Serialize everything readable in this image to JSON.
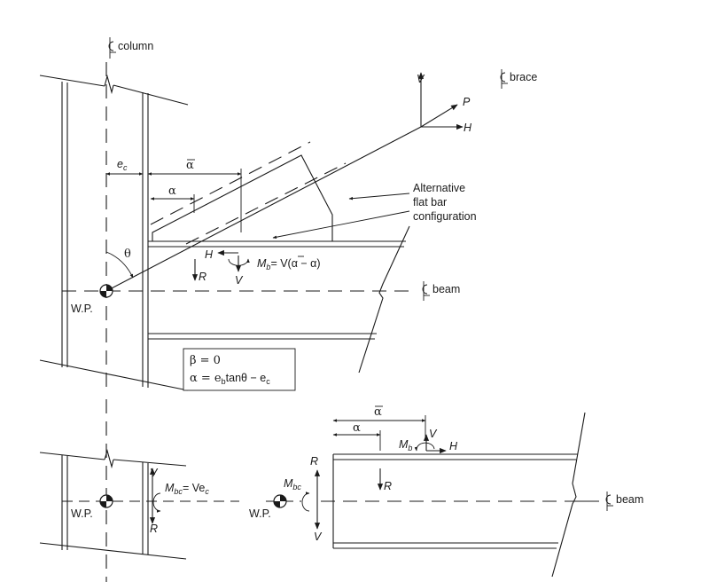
{
  "labels": {
    "cl_column": "column",
    "cl_brace": "brace",
    "cl_beam_top": "beam",
    "cl_beam_bottom": "beam",
    "V_top": "V",
    "P": "P",
    "H_top": "H",
    "ec": "e",
    "ec_sub": "c",
    "alpha_bar": "α",
    "alpha": "α",
    "theta": "θ",
    "alt_line1": "Alternative",
    "alt_line2": "flat bar",
    "alt_line3": "configuration",
    "force_H": "H",
    "force_R": "R",
    "force_V": "V",
    "Mb_main": "M",
    "Mb_sub": "b",
    "Mb_eq": "= V(α − α)",
    "wp_top": "W.P.",
    "eq_beta": "β = 0",
    "eq_alpha_lhs": "α = e",
    "eq_alpha_sub": "b",
    "eq_alpha_mid": "tanθ − e",
    "eq_alpha_sub2": "c",
    "bl_V": "V",
    "bl_R": "R",
    "bl_Mbc": "M",
    "bl_Mbc_sub": "bc",
    "bl_Mbc_eq": "= Ve",
    "bl_Mbc_eq_sub": "c",
    "wp_bl": "W.P.",
    "br_R_top": "R",
    "br_V_bot": "V",
    "br_Mbc": "M",
    "br_Mbc_sub": "bc",
    "wp_br": "W.P.",
    "br_alpha_bar": "α",
    "br_alpha": "α",
    "br_Mb": "M",
    "br_Mb_sub": "b",
    "br_V": "V",
    "br_H": "H",
    "br_R": "R"
  },
  "icons": {
    "centerline": "centerline-symbol",
    "work_point": "work-point-symbol"
  }
}
